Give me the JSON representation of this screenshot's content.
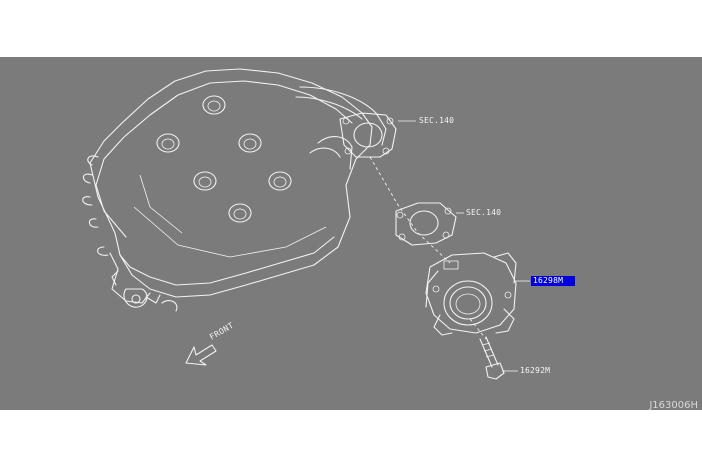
{
  "callouts": [
    {
      "label": "SEC.140",
      "highlighted": false
    },
    {
      "label": "SEC.140",
      "highlighted": false
    },
    {
      "label": "16298M",
      "highlighted": true
    },
    {
      "label": "16292M",
      "highlighted": false
    }
  ],
  "direction_label": "FRONT",
  "diagram_id": "J163006H",
  "colors": {
    "background": "#7b7b7b",
    "linework": "#f2f2f2",
    "highlight": "#0000e0"
  }
}
